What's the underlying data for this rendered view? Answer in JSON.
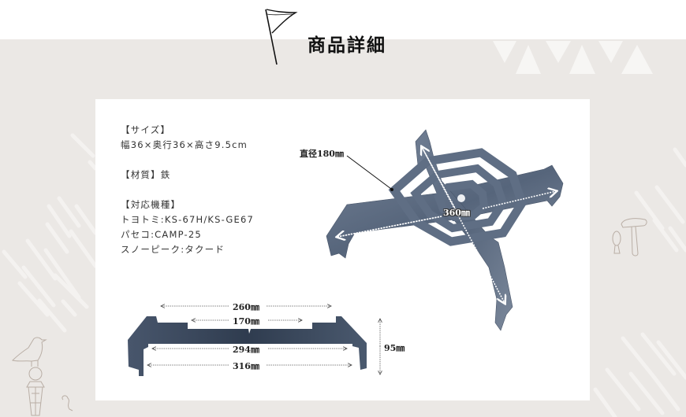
{
  "section": {
    "title": "商品詳細",
    "icon": "flag-icon"
  },
  "specs": {
    "size_label": "【サイズ】",
    "size_value": "幅36×奥行36×高さ9.5cm",
    "material_label": "【材質】鉄",
    "compat_label": "【対応機種】",
    "compat_items": [
      "トヨトミ:KS-67H/KS-GE67",
      "パセコ:CAMP-25",
      "スノーピーク:タクード"
    ]
  },
  "product_view": {
    "diameter_label": "直径180㎜",
    "span_label": "360㎜"
  },
  "side_view": {
    "dims": [
      "260㎜",
      "170㎜",
      "294㎜",
      "316㎜"
    ],
    "height_label": "95㎜"
  },
  "colors": {
    "background": "#ebe8e5",
    "card": "#ffffff",
    "metal": "#5b6a80",
    "metal_dark": "#39475a",
    "deco_line": "#b9aea5"
  }
}
